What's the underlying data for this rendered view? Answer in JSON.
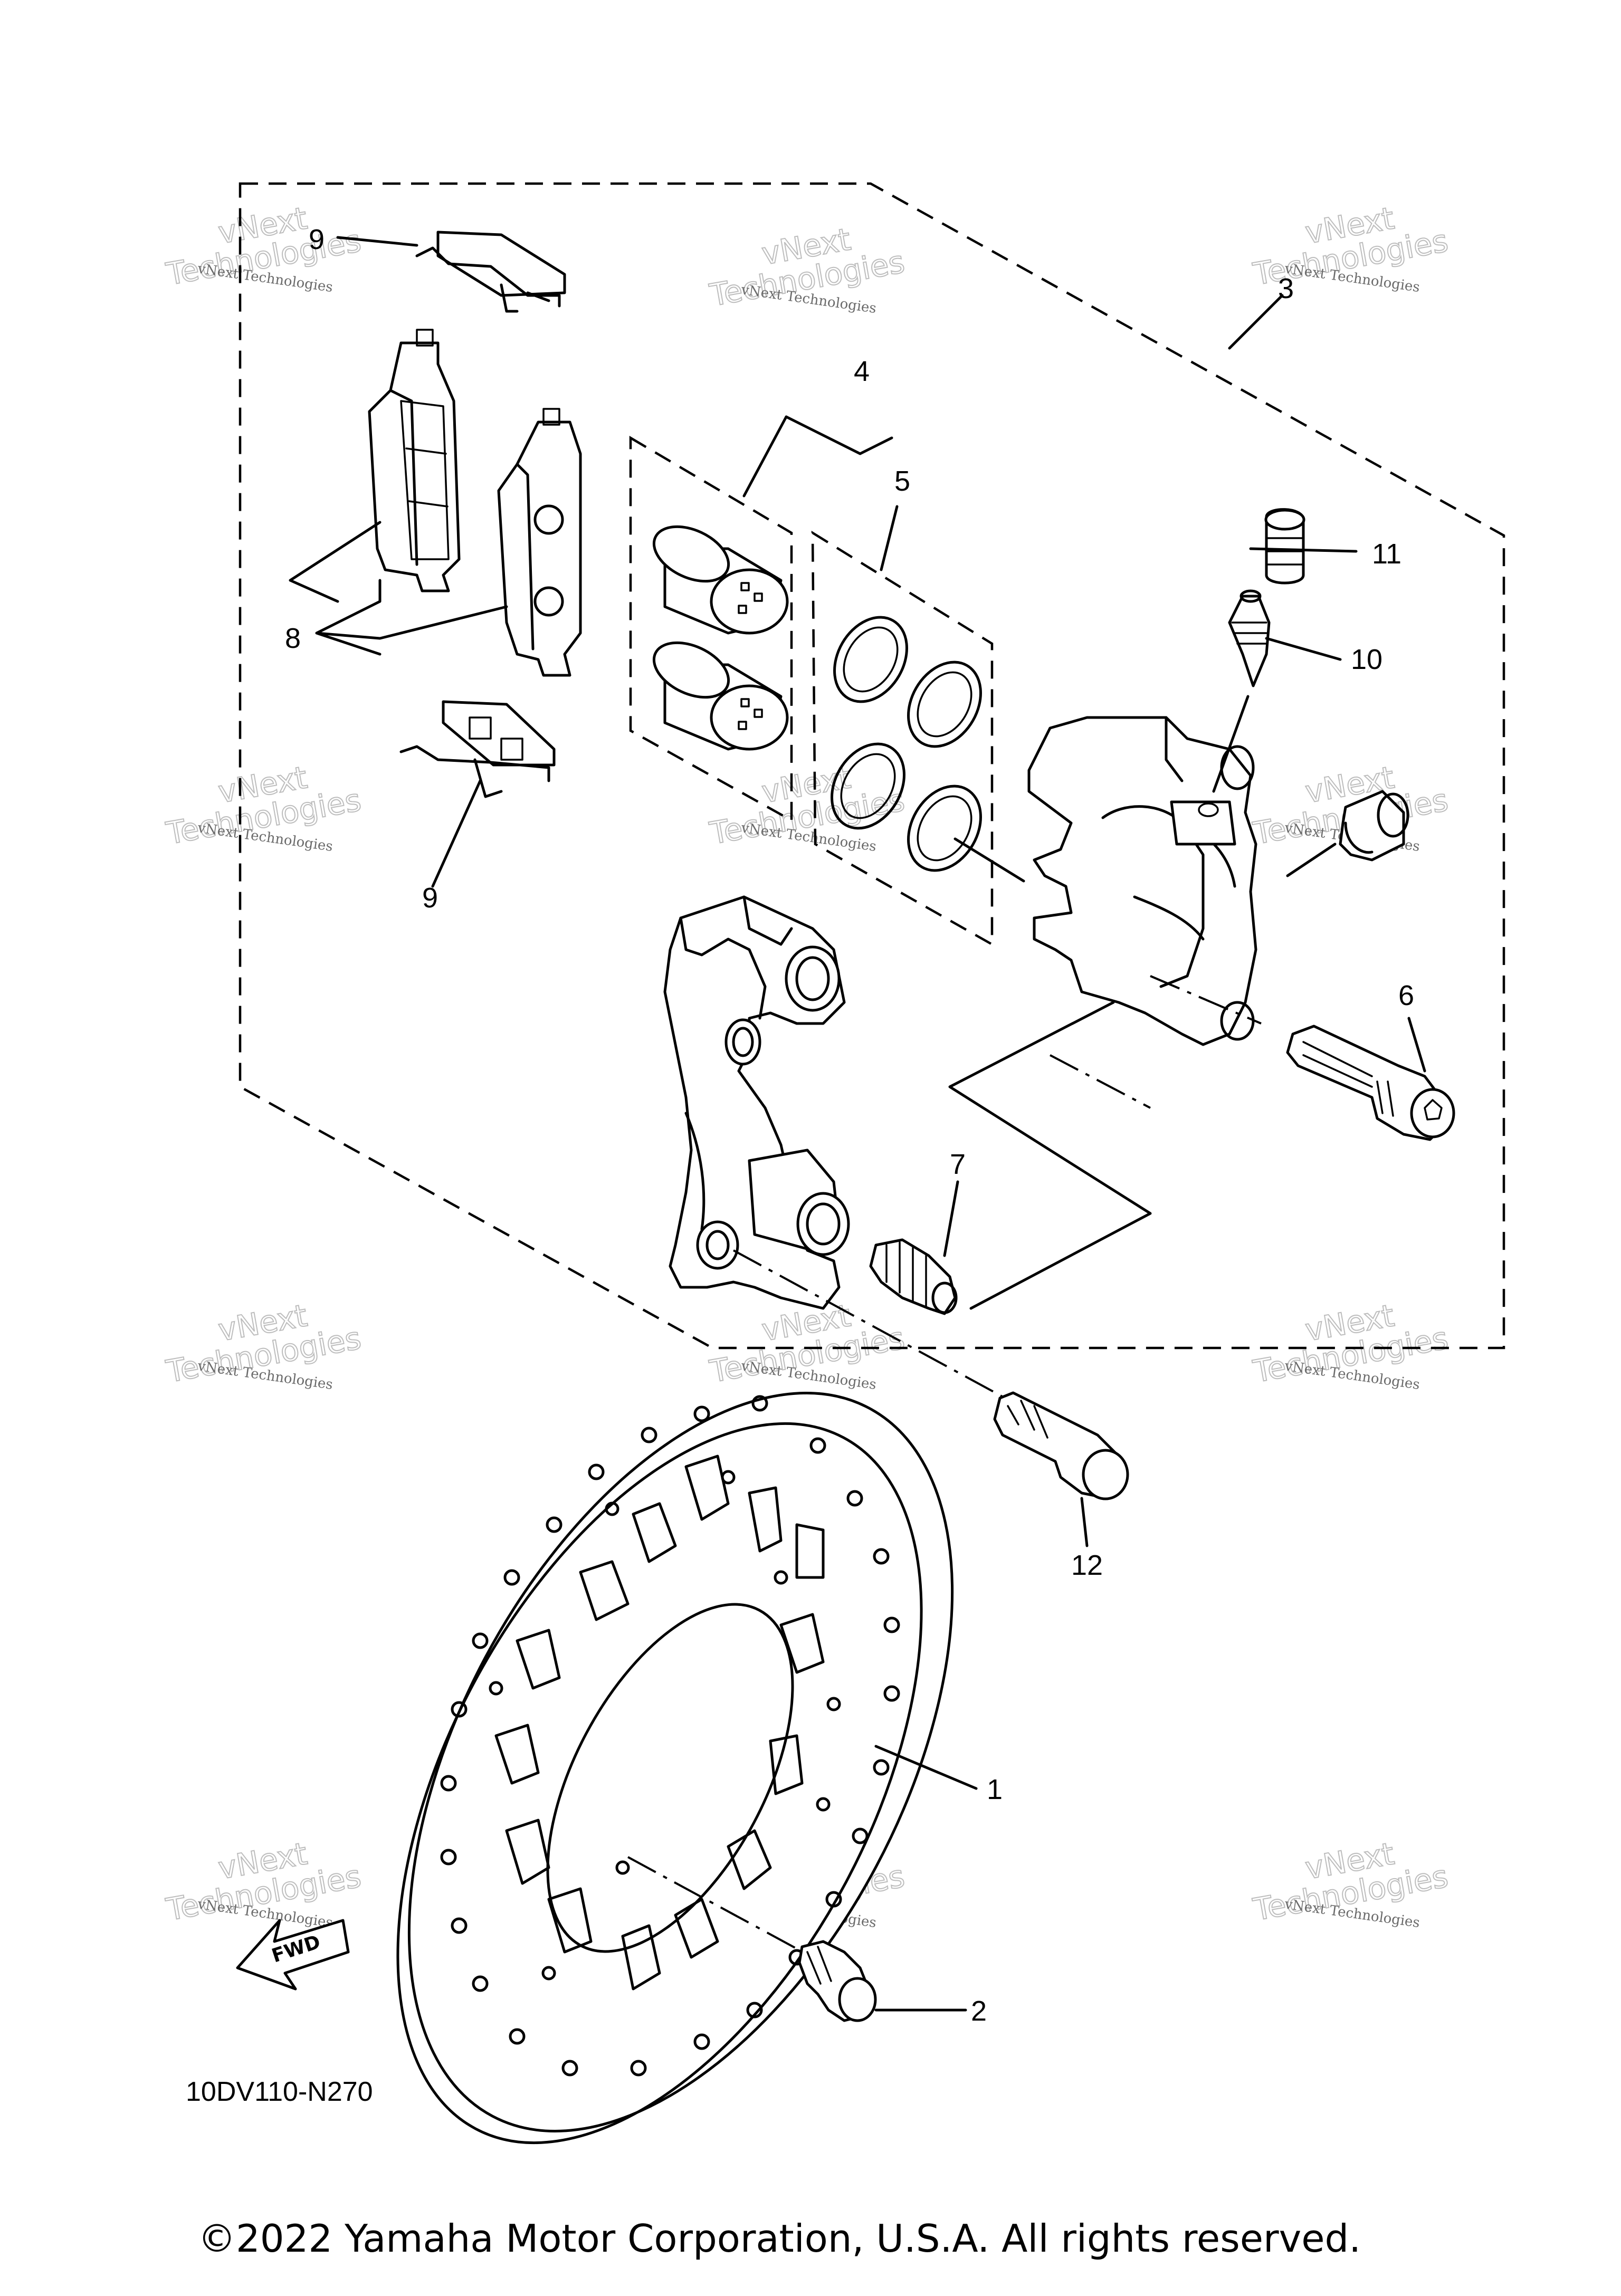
{
  "callouts": [
    "1",
    "2",
    "3",
    "4",
    "5",
    "6",
    "7",
    "8",
    "9",
    "10",
    "11",
    "12"
  ],
  "diagram_code": "10DV110-N270",
  "direction_label": "FWD",
  "copyright": "©2022 Yamaha Motor Corporation, U.S.A. All rights reserved.",
  "watermark": {
    "line1": "vNext Technologies",
    "line2": "vNext",
    "line3": "Technologies"
  }
}
